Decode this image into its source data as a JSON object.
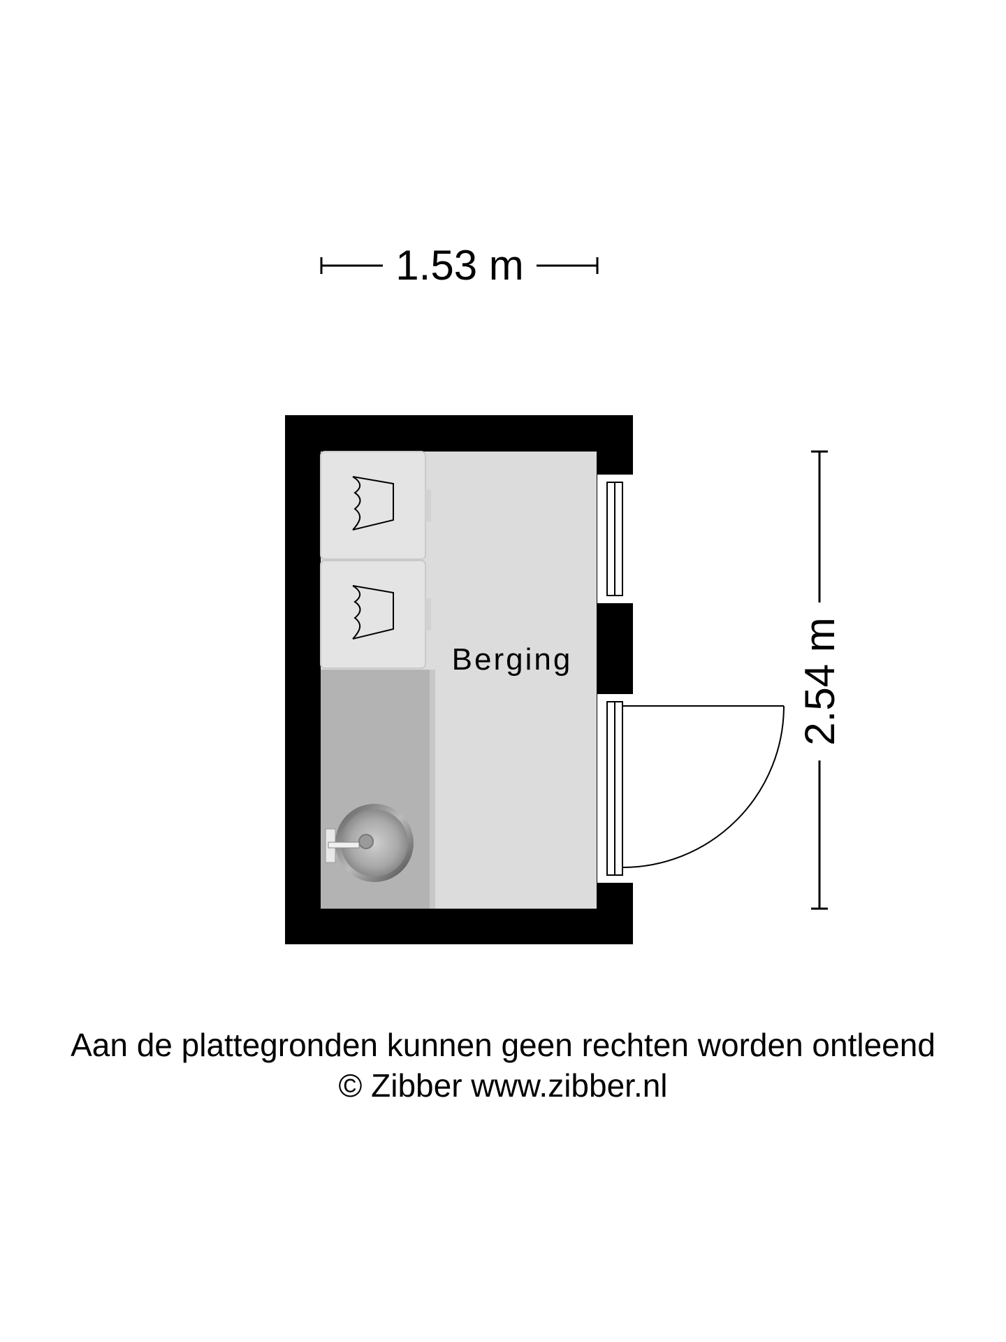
{
  "floorplan": {
    "width_dimension": "1.53 m",
    "height_dimension": "2.54 m",
    "room_label": "Berging"
  },
  "footer": {
    "disclaimer": "Aan de plattegronden kunnen geen rechten worden ontleend",
    "copyright": "© Zibber www.zibber.nl"
  },
  "colors": {
    "wall": "#000000",
    "floor": "#dcdcdc",
    "countertop": "#b3b3b3",
    "appliance": "#e2e2e2"
  }
}
